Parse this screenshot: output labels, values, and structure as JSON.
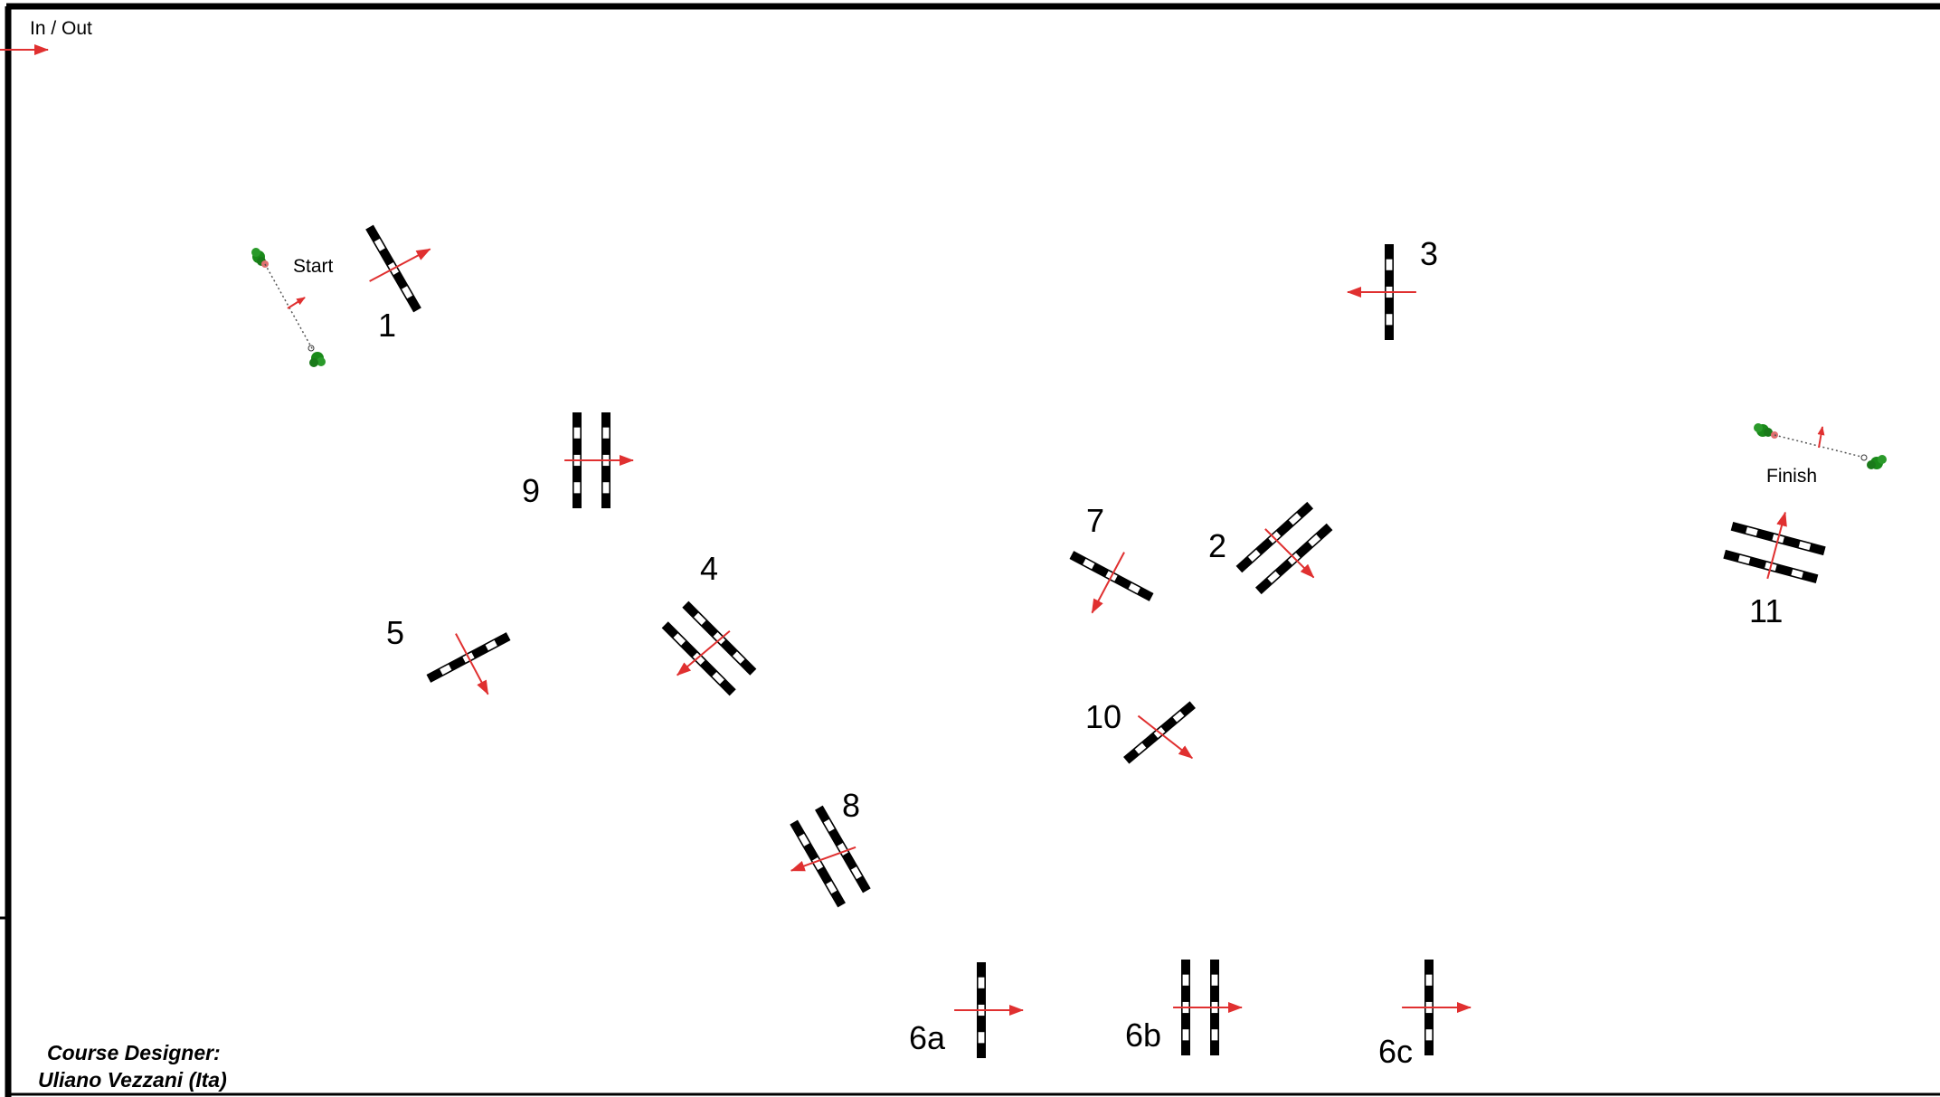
{
  "arena": {
    "in_out_label": "In / Out",
    "start_label": "Start",
    "finish_label": "Finish",
    "designer_line1": "Course Designer:",
    "designer_line2": "Uliano Vezzani (Ita)"
  },
  "colors": {
    "arrow": "#e03030",
    "pole": "#000000",
    "flowers": "#1a8a1a",
    "border": "#000000"
  },
  "obstacles": [
    {
      "label": "1",
      "kind": "vertical"
    },
    {
      "label": "2",
      "kind": "oxer"
    },
    {
      "label": "3",
      "kind": "vertical"
    },
    {
      "label": "4",
      "kind": "oxer"
    },
    {
      "label": "5",
      "kind": "vertical"
    },
    {
      "label": "6a",
      "kind": "vertical"
    },
    {
      "label": "6b",
      "kind": "oxer"
    },
    {
      "label": "6c",
      "kind": "vertical"
    },
    {
      "label": "7",
      "kind": "vertical"
    },
    {
      "label": "8",
      "kind": "oxer"
    },
    {
      "label": "9",
      "kind": "oxer"
    },
    {
      "label": "10",
      "kind": "vertical"
    },
    {
      "label": "11",
      "kind": "oxer"
    }
  ]
}
